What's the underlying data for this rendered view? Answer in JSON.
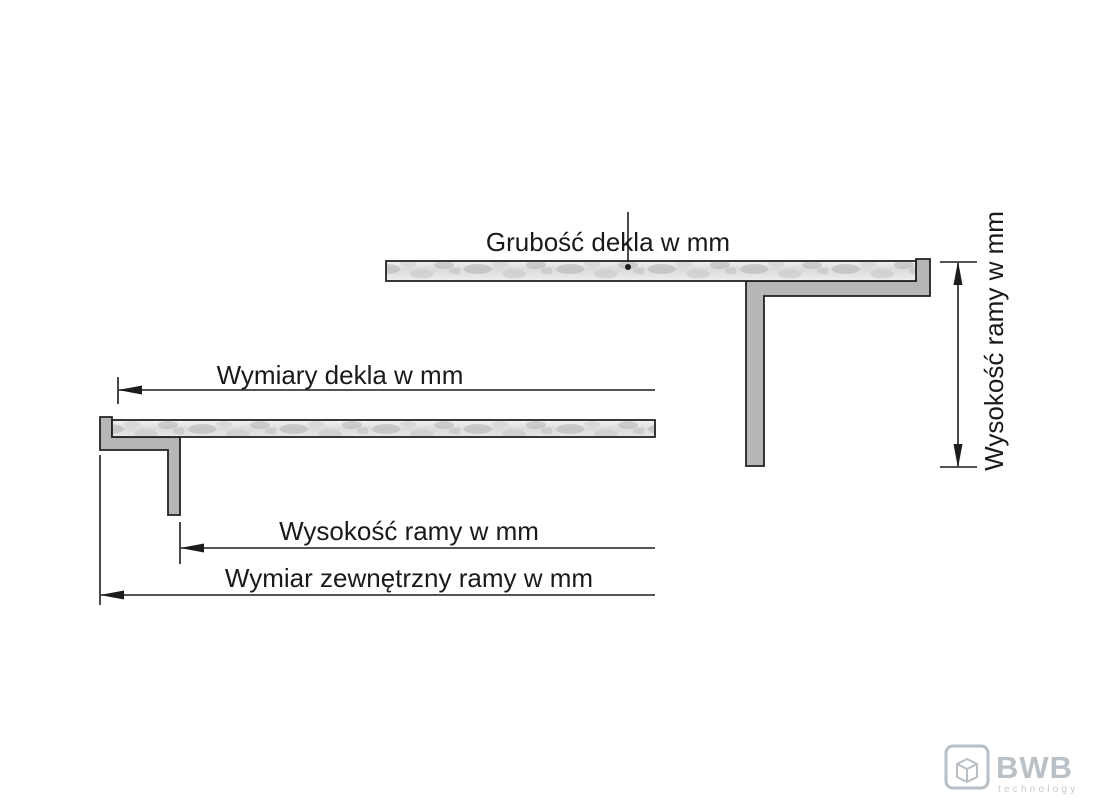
{
  "diagram": {
    "labels": {
      "cover_thickness": "Grubość dekla w mm",
      "frame_height_right": "Wysokość ramy w mm",
      "cover_dimensions": "Wymiary dekla w mm",
      "frame_height_bottom": "Wysokość ramy w mm",
      "frame_outer_dimension": "Wymiar zewnętrzny ramy w mm"
    },
    "colors": {
      "line": "#1c1c1c",
      "frame_fill": "#b6b6b6",
      "plate_light": "#efefef",
      "plate_dark": "#bdbdbd"
    }
  },
  "logo": {
    "name": "BWB",
    "subtitle": "technology",
    "name_color": "#b9c0c6",
    "subtitle_color": "#c6cbd0",
    "icon_color": "#b7bec4"
  }
}
